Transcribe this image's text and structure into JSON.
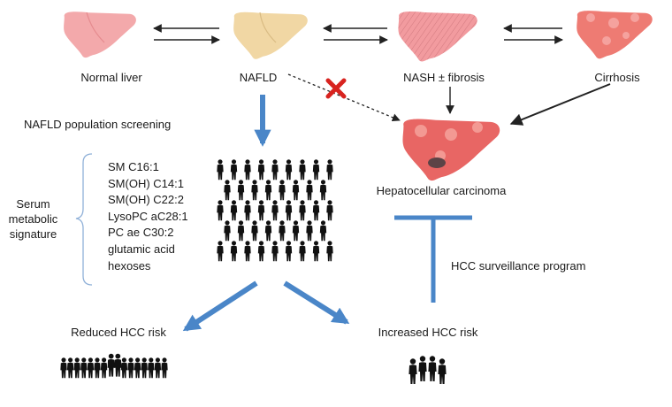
{
  "stages": {
    "normal_liver": "Normal liver",
    "nafld": "NAFLD",
    "nash": "NASH ± fibrosis",
    "cirrhosis": "Cirrhosis",
    "hcc": "Hepatocellular carcinoma"
  },
  "screening_label": "NAFLD population screening",
  "serum_signature": {
    "lines": [
      "Serum",
      "metabolic",
      "signature"
    ],
    "metabolites": [
      "SM C16:1",
      "SM(OH) C14:1",
      "SM(OH) C22:2",
      "LysoPC aC28:1",
      "PC ae C30:2",
      "glutamic acid",
      "hexoses"
    ]
  },
  "outcomes": {
    "reduced": "Reduced HCC risk",
    "increased": "Increased HCC risk"
  },
  "surveillance_label": "HCC surveillance program",
  "colors": {
    "arrow_blue": "#4a86c8",
    "blocked_cross": "#d8231f",
    "liver_normal": "#f3a9ab",
    "liver_nafld": "#f1d7a4",
    "liver_nash": "#f29b9f",
    "liver_cirrhosis": "#ee7b73",
    "liver_hcc": "#e86664"
  },
  "icons": [
    "liver-icon",
    "people-crowd-icon",
    "blocked-cross-icon",
    "inhibition-bar-icon"
  ]
}
